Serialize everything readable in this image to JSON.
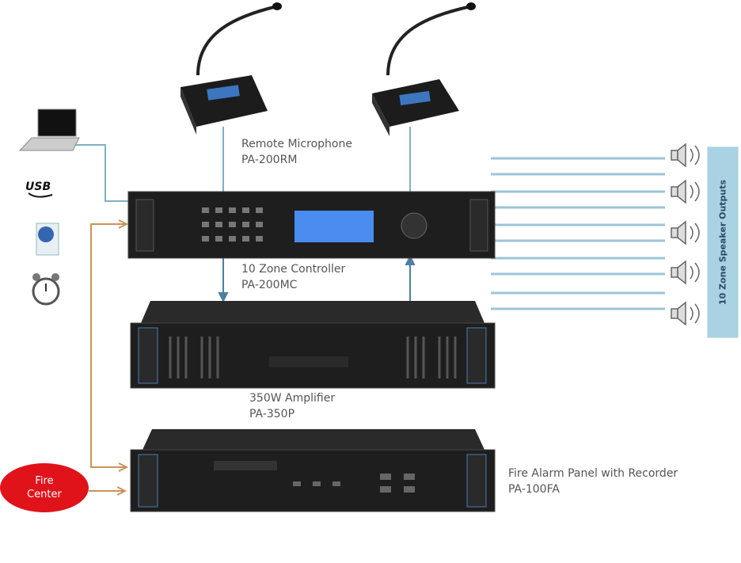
{
  "devices": {
    "remote_mic": {
      "name": "Remote Microphone",
      "model": "PA-200RM"
    },
    "controller": {
      "name": "10 Zone Controller",
      "model": "PA-200MC"
    },
    "amplifier": {
      "name": "350W Amplifier",
      "model": "PA-350P"
    },
    "fire_panel": {
      "name": "Fire Alarm Panel with Recorder",
      "model": "PA-100FA"
    }
  },
  "outputs_label": "10 Zone Speaker Outputs",
  "fire_center": {
    "line1": "Fire",
    "line2": "Center"
  },
  "inputs": [
    "laptop-icon",
    "usb-icon",
    "sd-card-icon",
    "alarm-clock-icon"
  ],
  "colors": {
    "signal_line": "#7fb0c4",
    "fire_line": "#c9945a",
    "fire_center": "#e0131a",
    "lcd": "#4a8cf0"
  }
}
